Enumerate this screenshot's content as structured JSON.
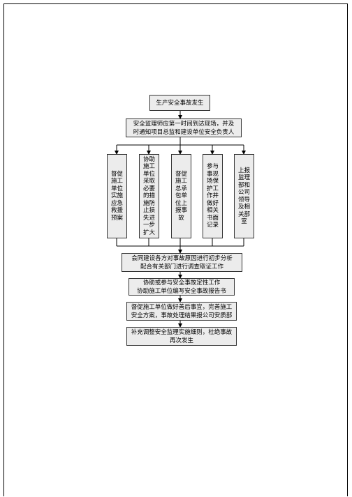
{
  "flowchart": {
    "step1": "生产安全事故发生",
    "step2": "安全监理师应第一时间到达现场，并及\n时通知项目总监和建设单位安全负责人",
    "branches": [
      "督促\n施工\n单位\n实施\n应急\n救援\n预案",
      "协助\n施工\n单位\n采取\n必要\n的措\n施防\n止损\n失进\n一步\n扩大",
      "督促\n施工\n总承\n包单\n位上\n报事\n故",
      "参与\n事现\n场保\n护工\n作并\n做好\n相关\n书面\n记录",
      "上报\n监理\n部和\n公司\n领导\n及相\n关部\n室"
    ],
    "step3": "会同建设各方对事故原因进行初步分析\n配合有关部门进行调查取证工作",
    "step4": "协助或参与安全事故定性工作\n协助施工单位编写安全事故报告书",
    "step5": "督促施工单位做好善后事宜，完善施工\n安全方案，事故处理结果报公司安质部",
    "step6": "补充调整安全监理实施细则，杜绝事故\n再次发生"
  }
}
